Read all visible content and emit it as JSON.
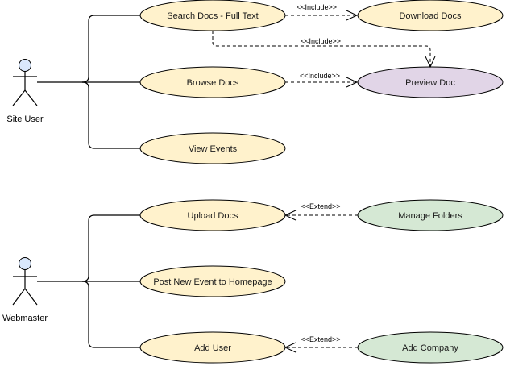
{
  "diagram": {
    "type": "uml-use-case",
    "colors": {
      "primary_use_case": "#fff2cc",
      "preview_use_case": "#e1d5e7",
      "extension_use_case": "#d5e8d4",
      "actor_head": "#dae8fc",
      "stroke": "#000000"
    },
    "actors": [
      {
        "id": "site_user",
        "label": "Site User"
      },
      {
        "id": "webmaster",
        "label": "Webmaster"
      }
    ],
    "use_cases": [
      {
        "id": "search_docs",
        "label": "Search Docs - Full Text",
        "style": "primary_use_case"
      },
      {
        "id": "download_docs",
        "label": "Download Docs",
        "style": "primary_use_case"
      },
      {
        "id": "browse_docs",
        "label": "Browse Docs",
        "style": "primary_use_case"
      },
      {
        "id": "preview_doc",
        "label": "Preview Doc",
        "style": "preview_use_case"
      },
      {
        "id": "view_events",
        "label": "View Events",
        "style": "primary_use_case"
      },
      {
        "id": "upload_docs",
        "label": "Upload Docs",
        "style": "primary_use_case"
      },
      {
        "id": "manage_folders",
        "label": "Manage Folders",
        "style": "extension_use_case"
      },
      {
        "id": "post_event",
        "label": "Post New Event to Homepage",
        "style": "primary_use_case"
      },
      {
        "id": "add_user",
        "label": "Add User",
        "style": "primary_use_case"
      },
      {
        "id": "add_company",
        "label": "Add Company",
        "style": "extension_use_case"
      }
    ],
    "associations": [
      {
        "from": "site_user",
        "to": "search_docs"
      },
      {
        "from": "site_user",
        "to": "browse_docs"
      },
      {
        "from": "site_user",
        "to": "view_events"
      },
      {
        "from": "webmaster",
        "to": "upload_docs"
      },
      {
        "from": "webmaster",
        "to": "post_event"
      },
      {
        "from": "webmaster",
        "to": "add_user"
      }
    ],
    "relationships": [
      {
        "from": "search_docs",
        "to": "download_docs",
        "label": "<<Include>>"
      },
      {
        "from": "search_docs",
        "to": "preview_doc",
        "label": "<<Include>>"
      },
      {
        "from": "browse_docs",
        "to": "preview_doc",
        "label": "<<Include>>"
      },
      {
        "from": "manage_folders",
        "to": "upload_docs",
        "label": "<<Extend>>"
      },
      {
        "from": "add_company",
        "to": "add_user",
        "label": "<<Extend>>"
      }
    ]
  }
}
